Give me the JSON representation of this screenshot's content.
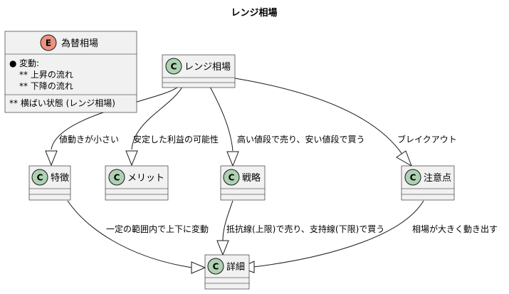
{
  "diagram": {
    "title": "レンジ相場",
    "enum": {
      "spot": "E",
      "name": "為替相場",
      "bullet": "●",
      "members": [
        "変動:",
        "** 上昇の流れ",
        "** 下降の流れ"
      ],
      "footer": "** 横ばい状態 (レンジ相場)"
    },
    "classes": {
      "range": {
        "spot": "C",
        "name": "レンジ相場"
      },
      "feature": {
        "spot": "C",
        "name": "特徴"
      },
      "merit": {
        "spot": "C",
        "name": "メリット"
      },
      "strategy": {
        "spot": "C",
        "name": "戦略"
      },
      "caution": {
        "spot": "C",
        "name": "注意点"
      },
      "detail": {
        "spot": "C",
        "name": "詳細"
      }
    },
    "edges": {
      "range_feature": "値動きが小さい",
      "range_merit": "安定した利益の可能性",
      "range_strategy": "高い値段で売り、安い値段で買う",
      "range_caution": "ブレイクアウト",
      "feature_detail": "一定の範囲内で上下に変動",
      "strategy_detail": "抵抗線(上限)で売り、支持線(下限)で買う",
      "caution_detail": "相場が大きく動き出す"
    },
    "colors": {
      "class_spot": "#add1b2",
      "enum_spot": "#eb937f",
      "box_fill": "#f1f1f1",
      "border": "#181818"
    }
  }
}
